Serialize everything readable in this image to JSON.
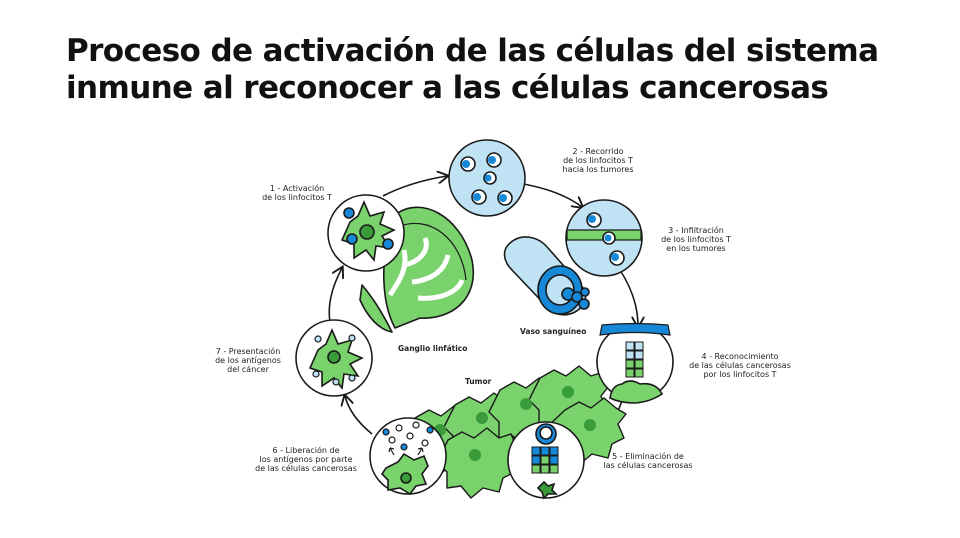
{
  "title": {
    "line1": "Proceso de activación de las células del sistema",
    "line2": "inmune al reconocer a las células cancerosas"
  },
  "steps": [
    {
      "lines": [
        "1 - Activación",
        "de los linfocitos T"
      ]
    },
    {
      "lines": [
        "2 - Recorrido",
        "de los linfocitos T",
        "hacia los tumores"
      ]
    },
    {
      "lines": [
        "3 - Infiltración",
        "de los linfocitos T",
        "en los tumores"
      ]
    },
    {
      "lines": [
        "4 - Reconocimiento",
        "de las células cancerosas",
        "por los linfocitos T"
      ]
    },
    {
      "lines": [
        "5 - Eliminación de",
        "las células cancerosas"
      ]
    },
    {
      "lines": [
        "6 - Liberación de",
        "los antígenos por parte",
        "de las células cancerosas"
      ]
    },
    {
      "lines": [
        "7 - Presentación",
        "de los antígenos",
        "del cáncer"
      ]
    }
  ],
  "labels": {
    "lymph_node": "Ganglio linfático",
    "blood_vessel": "Vaso sanguíneo",
    "tumor": "Tumor"
  },
  "colors": {
    "green": "#79d26b",
    "dark_green": "#3a9b3a",
    "blue": "#1688d8",
    "light_blue": "#bfe2f4",
    "outline": "#1a1a1a"
  }
}
